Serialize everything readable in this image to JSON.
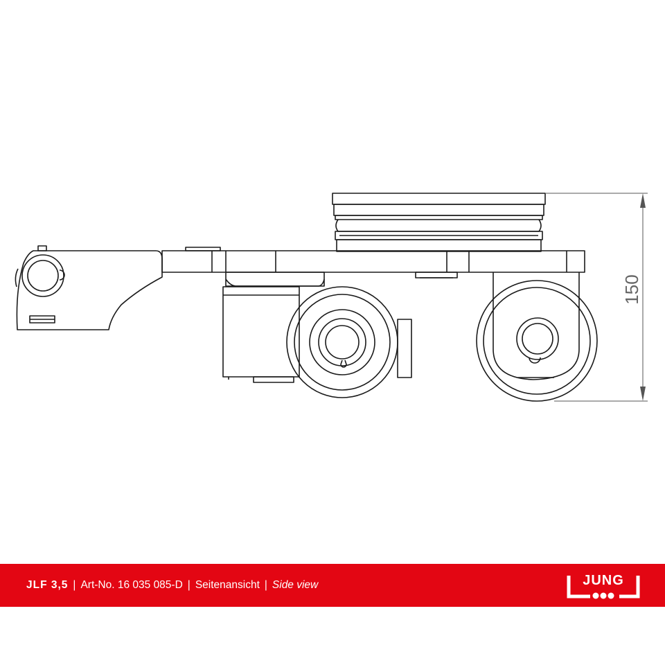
{
  "drawing": {
    "dimension_label": "150"
  },
  "footer": {
    "model": "JLF 3,5",
    "separator": "|",
    "article": "Art-No. 16 035 085-D",
    "view_de": "Seitenansicht",
    "view_en": "Side view",
    "brand": "JUNG",
    "background_color": "#e30613"
  }
}
